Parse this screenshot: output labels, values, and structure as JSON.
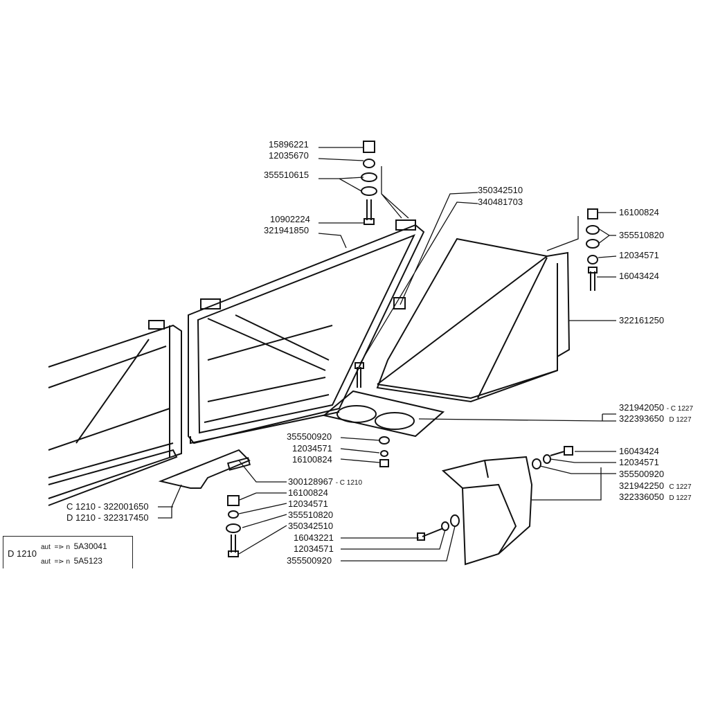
{
  "labels": {
    "l1": "15896221",
    "l2": "12035670",
    "l3": "355510615",
    "l4": "10902224",
    "l5": "321941850",
    "l6": "350342510",
    "l7": "340481703",
    "r1": "16100824",
    "r2": "355510820",
    "r3": "12034571",
    "r4": "16043424",
    "r5": "322161250",
    "r6": "321942050",
    "r6s": "- C 1227",
    "r7": "322393650",
    "r7s": "D 1227",
    "m1": "355500920",
    "m2": "12034571",
    "m3": "16100824",
    "m4": "300128967",
    "m4s": "- C 1210",
    "m5": "16100824",
    "m6": "12034571",
    "m7": "355510820",
    "m8": "350342510",
    "m9": "16043221",
    "m10": "12034571",
    "m11": "355500920",
    "r8": "16043424",
    "r9": "12034571",
    "r10": "355500920",
    "r11": "321942250",
    "r11s": "C 1227",
    "r12": "322336050",
    "r12s": "D 1227",
    "c1": "C 1210 - 322001650",
    "c2": "D 1210 - 322317450"
  },
  "serial_box": {
    "model": "D 1210",
    "row1_prefix": "aut",
    "row1_arrow": "=⋗ n",
    "row1_value": "5A30041",
    "row2_prefix": "aut",
    "row2_arrow": "=⋗ n",
    "row2_value": "5A5123"
  }
}
